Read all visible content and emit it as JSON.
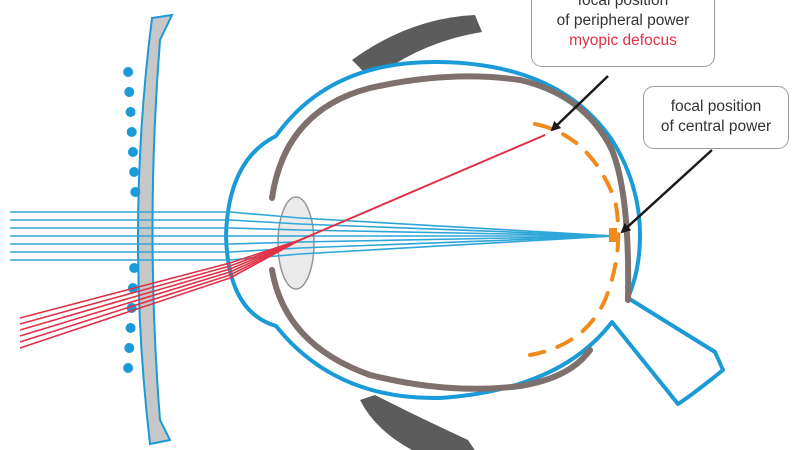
{
  "callouts": {
    "peripheral": {
      "line1": "focal position",
      "line2": "of peripheral power",
      "line3": "myopic defocus"
    },
    "central": {
      "line1": "focal position",
      "line2": "of central power"
    }
  },
  "colors": {
    "sclera": "#1a9ad6",
    "choroid": "#7d706d",
    "lens_fill": "#e8e8e8",
    "lens_stroke": "#8a8a8a",
    "spectacle_lens": "#c7c7c7",
    "ray_central": "#2ea6d8",
    "ray_peripheral": "#e03246",
    "focal_marker": "#f08a1c",
    "eyelid": "#5c5c5c",
    "arrow": "#1a1a1a",
    "myopic_text": "#e03246",
    "callout_text": "#333333"
  },
  "icons": {
    "arrow_to_peripheral_focus": "arrow-pointer-icon",
    "arrow_to_central_focus": "arrow-pointer-icon"
  }
}
